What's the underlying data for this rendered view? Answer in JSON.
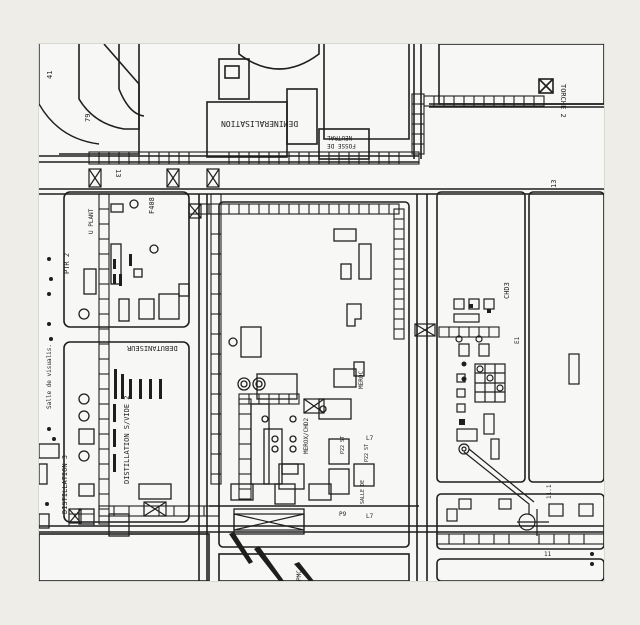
{
  "photo": {
    "border_color": "#eeede8",
    "paper_color": "#f7f7f5",
    "ink_color": "#1e1e1e"
  },
  "labels": {
    "demineralisation": "DEMINERALISATION",
    "fosse": "FOSSE DE",
    "neutral": "NEUTRAL",
    "torche": "TORCHE 2",
    "num_41": "41",
    "num_79": "79",
    "num_13_left": "13",
    "num_13_right": "13",
    "ptr2": "PTR 2",
    "f408": "F408",
    "u_plant": "U PLANT",
    "salle": "Salle de visualis.",
    "debutaniseur": "DEBUTANISEUR",
    "distillation_svide": "DISTILLATION S/VIDE 2",
    "distillation3": "DISTILLATION 3",
    "chd3": "CHD3",
    "e1": "E1",
    "meroc": "MEROC",
    "meroc_chd2": "MEROX/CHD2",
    "p22_1": "P22 ST",
    "p22_2": "P22 ST",
    "p9": "P9",
    "l7": "L7",
    "l7b": "L7",
    "salle_b": "SALLE DE",
    "num_11": "11",
    "num_11b": "11.1",
    "pmc": "PMC"
  }
}
